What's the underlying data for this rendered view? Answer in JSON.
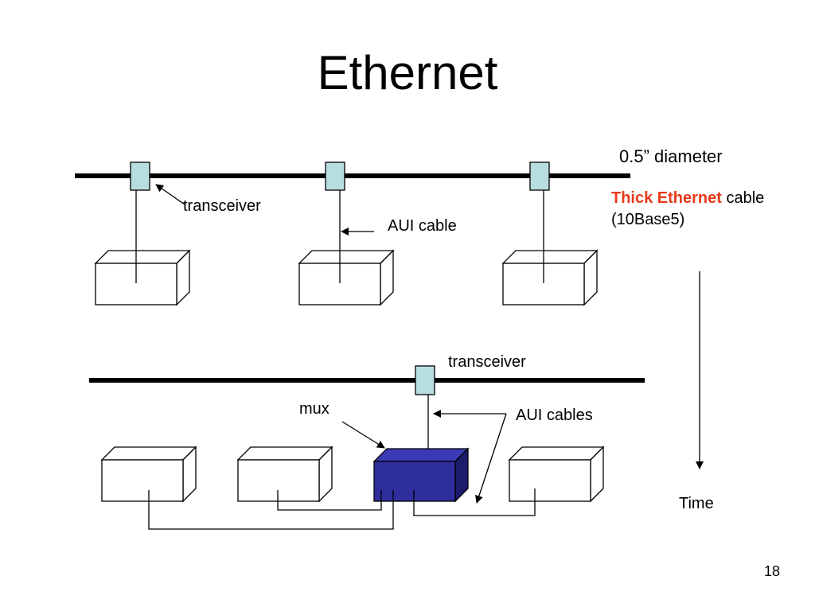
{
  "slide": {
    "title": "Ethernet",
    "page_number": "18"
  },
  "top_network": {
    "diameter_label": "0.5” diameter",
    "cable_label_highlight": "Thick Ethernet",
    "cable_label_rest": " cable",
    "cable_label_line2": "(10Base5)",
    "transceiver_label": "transceiver",
    "aui_label": "AUI cable"
  },
  "bottom_network": {
    "transceiver_label": "transceiver",
    "mux_label": "mux",
    "aui_label": "AUI cables"
  },
  "time_axis": {
    "label": "Time"
  },
  "colors": {
    "transceiver_fill": "#b8dde0",
    "mux_fill": "#2e2e9c",
    "highlight_text": "#e8391b"
  }
}
